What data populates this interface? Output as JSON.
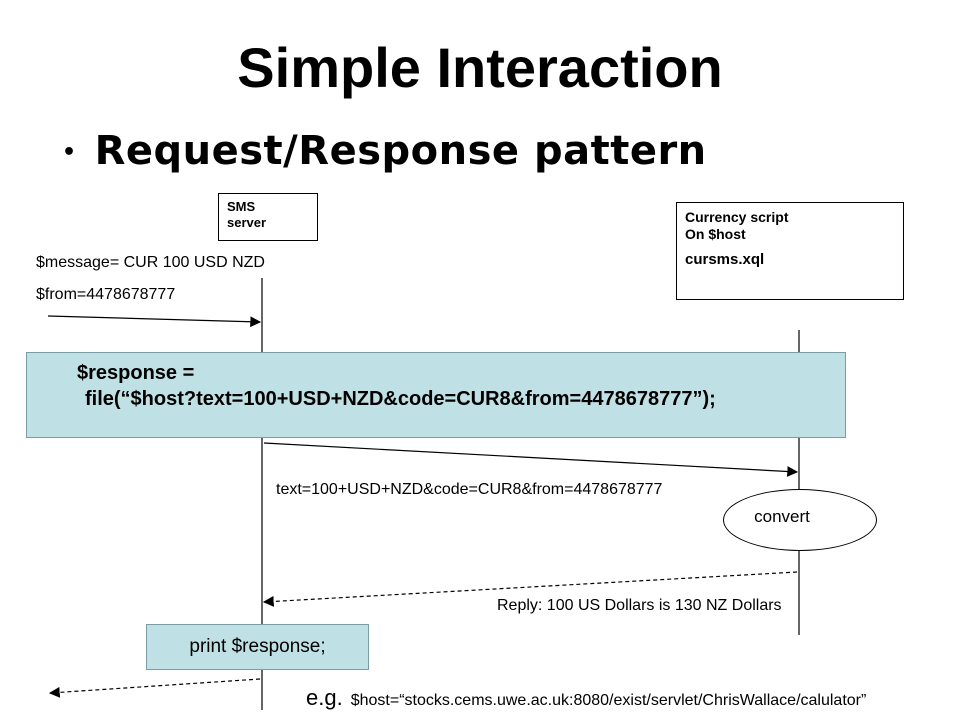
{
  "title": "Simple Interaction",
  "bullet": "Request/Response pattern",
  "sms_server": {
    "line1": "SMS",
    "line2": "server"
  },
  "currency_box": {
    "line1": "Currency script",
    "line2": "On $host",
    "file": "cursms.xql"
  },
  "message_label": "$message= CUR 100 USD NZD",
  "from_label": "$from=4478678777",
  "response_box": {
    "line1": "$response =",
    "line2": "file(“$host?text=100+USD+NZD&code=CUR8&from=4478678777”);"
  },
  "query_label": "text=100+USD+NZD&code=CUR8&from=4478678777",
  "convert_label": "convert",
  "reply_label": "Reply: 100 US Dollars is  130 NZ Dollars",
  "print_label": "print $response;",
  "example": {
    "prefix": "e.g.",
    "text": "$host=“stocks.cems.uwe.ac.uk:8080/exist/servlet/ChrisWallace/calulator”"
  }
}
